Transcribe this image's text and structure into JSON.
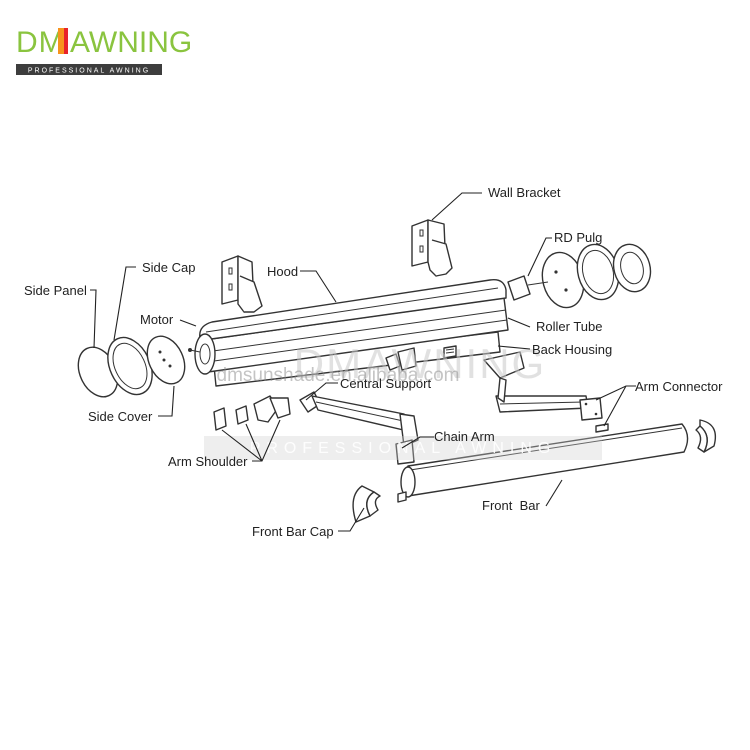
{
  "brand": {
    "logo_text": "DMAWNING",
    "tagline": "PROFESSIONAL AWNING",
    "colors": {
      "green": "#8ac43f",
      "orange": "#f7941d",
      "red": "#e8232a",
      "bar": "#3d3d3d"
    }
  },
  "watermark": {
    "line1": "dmsunshade.en.alibaba.com",
    "line2": "PROFESSIONAL AWNING",
    "brand": "DMAWNING"
  },
  "labels": {
    "wall_bracket": "Wall Bracket",
    "rd_pulg": "RD Pulg",
    "side_cap": "Side Cap",
    "hood": "Hood",
    "side_panel": "Side Panel",
    "motor": "Motor",
    "roller_tube": "Roller Tube",
    "back_housing": "Back Housing",
    "central_support": "Central Support",
    "arm_connector": "Arm Connector",
    "side_cover": "Side Cover",
    "chain_arm": "Chain Arm",
    "arm_shoulder": "Arm Shoulder",
    "front_bar": "Front  Bar",
    "front_bar_cap": "Front Bar Cap"
  }
}
